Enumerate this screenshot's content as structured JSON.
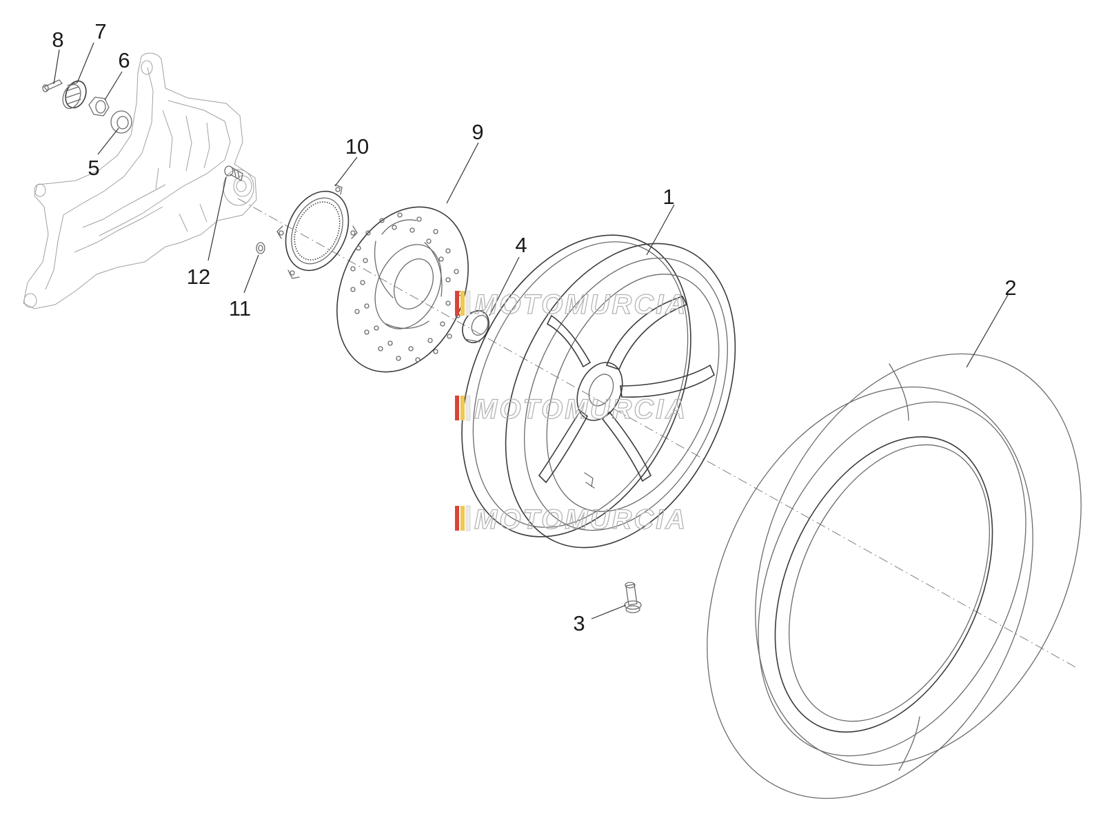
{
  "callouts": [
    {
      "id": "1",
      "label": "1"
    },
    {
      "id": "2",
      "label": "2"
    },
    {
      "id": "3",
      "label": "3"
    },
    {
      "id": "4",
      "label": "4"
    },
    {
      "id": "5",
      "label": "5"
    },
    {
      "id": "6",
      "label": "6"
    },
    {
      "id": "7",
      "label": "7"
    },
    {
      "id": "8",
      "label": "8"
    },
    {
      "id": "9",
      "label": "9"
    },
    {
      "id": "10",
      "label": "10"
    },
    {
      "id": "11",
      "label": "11"
    },
    {
      "id": "12",
      "label": "12"
    }
  ],
  "watermark": {
    "text": "MOTOMURCIA",
    "stripe_colors": [
      "#d9433a",
      "#f2c94c",
      "#e9e9e9"
    ]
  },
  "colors": {
    "line": "#6a6a6a",
    "text": "#1a1a1a"
  }
}
